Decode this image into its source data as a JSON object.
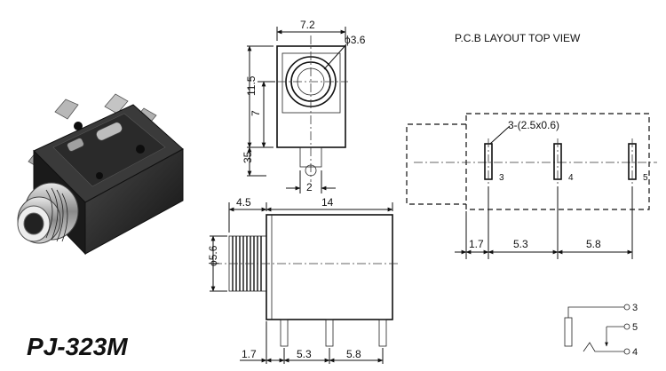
{
  "model": "PJ-323M",
  "pcb_title": "P.C.B LAYOUT TOP VIEW",
  "front_view": {
    "width": "7.2",
    "hole_diameter": "ϕ3.6",
    "height_total": "11.5",
    "height_center": "7",
    "bottom": "35",
    "pin_width": "2"
  },
  "side_view": {
    "thread_length": "4.5",
    "body_length": "14",
    "thread_diameter": "ϕ5.6",
    "pin_offset": "1.7",
    "pin_spacing_1": "5.3",
    "pin_spacing_2": "5.8"
  },
  "pcb": {
    "pad_spec": "3-(2.5x0.6)",
    "pad_labels": [
      "3",
      "4",
      "5"
    ],
    "offset": "1.7",
    "spacing_1": "5.3",
    "spacing_2": "5.8"
  },
  "schematic": {
    "terminals": [
      "3",
      "5",
      "4"
    ]
  },
  "colors": {
    "line": "#111111",
    "product_body": "#1e1e1e",
    "product_metal": "#9a9a9a"
  }
}
